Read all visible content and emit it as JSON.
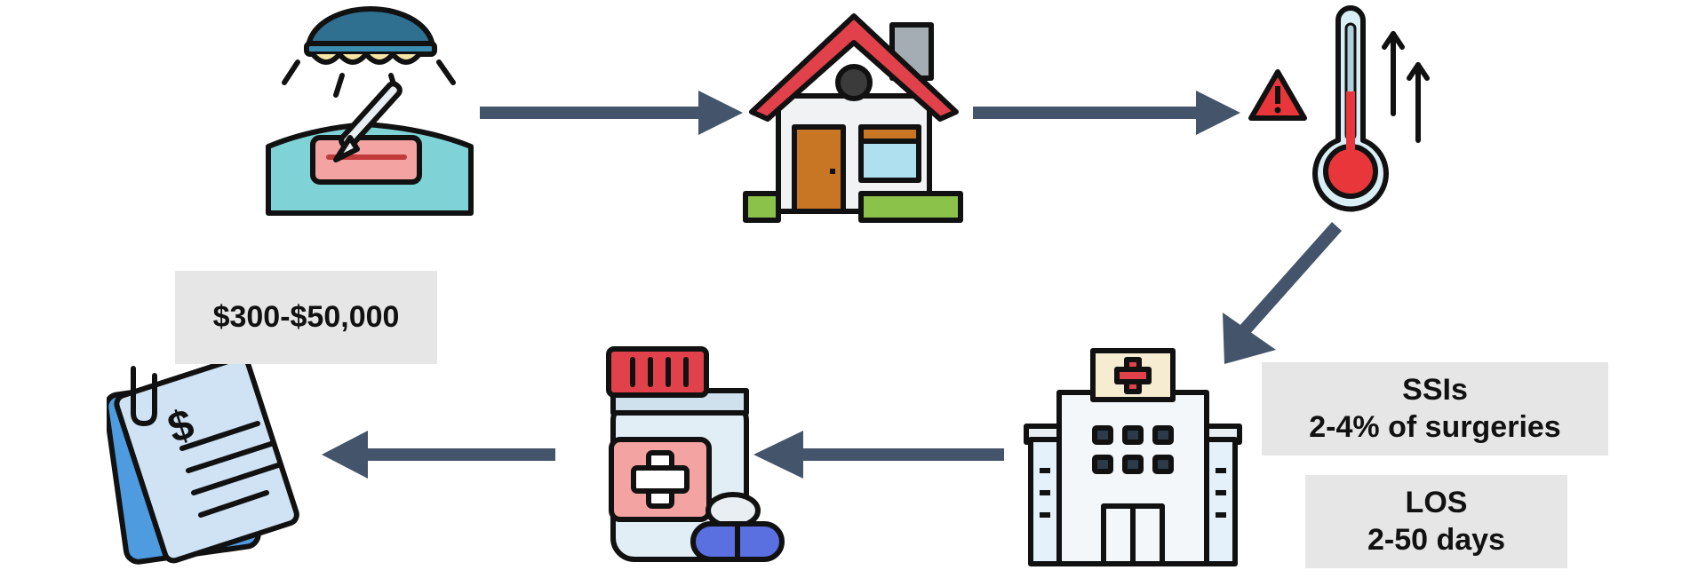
{
  "colors": {
    "arrow": "#44546a",
    "label_background": "#e6e6e6",
    "outline": "#111111"
  },
  "icons": [
    "surgery-icon",
    "house-icon",
    "fever-thermometer-icon",
    "hospital-icon",
    "medication-icon",
    "bill-icon"
  ],
  "cost_label": {
    "text": "$300-$50,000"
  },
  "ssi_label": {
    "line1": "SSIs",
    "line2": "2-4% of surgeries"
  },
  "los_label": {
    "line1": "LOS",
    "line2": "2-50 days"
  },
  "bill_icon": {
    "symbol": "$"
  }
}
